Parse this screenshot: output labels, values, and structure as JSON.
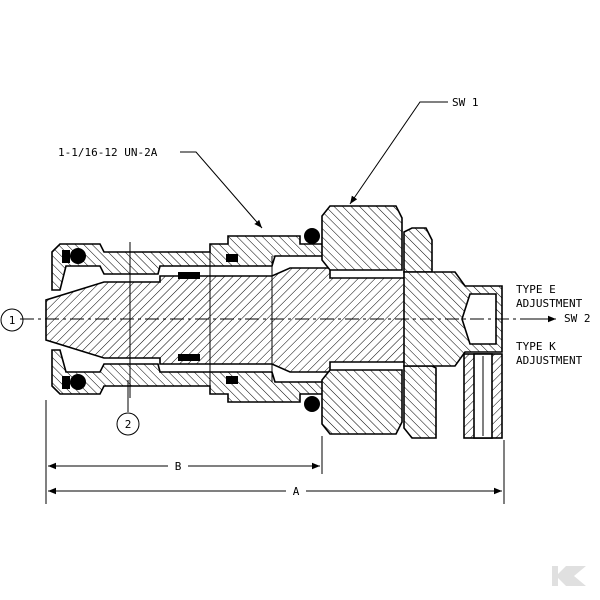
{
  "callouts": {
    "port_1": "1",
    "port_2": "2",
    "thread_spec": "1-1/16-12 UN-2A",
    "sw1": "SW 1",
    "sw2": "SW 2",
    "type_e_line1": "TYPE E",
    "type_e_line2": "ADJUSTMENT",
    "type_k_line1": "TYPE K",
    "type_k_line2": "ADJUSTMENT"
  },
  "dimensions": {
    "dim_a": "A",
    "dim_b": "B"
  },
  "watermark": "K"
}
